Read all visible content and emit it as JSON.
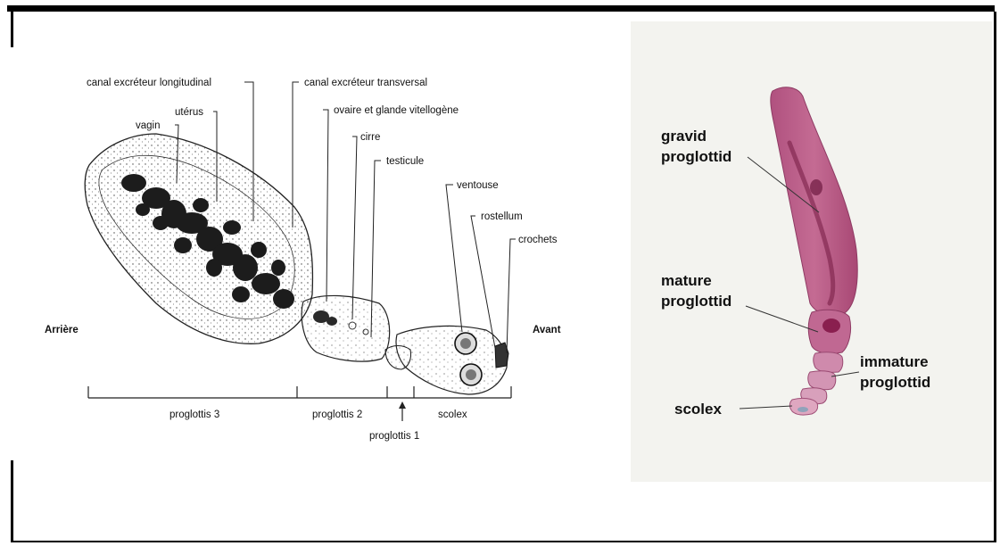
{
  "diagram": {
    "labels": {
      "canal_long": "canal excréteur longitudinal",
      "canal_trans": "canal excréteur transversal",
      "uterus": "utérus",
      "ovaire": "ovaire et glande vitellogène",
      "vagin": "vagin",
      "cirre": "cirre",
      "testicule": "testicule",
      "ventouse": "ventouse",
      "rostellum": "rostellum",
      "crochets": "crochets",
      "arriere": "Arrière",
      "avant": "Avant",
      "proglottis3": "proglottis 3",
      "proglottis2": "proglottis 2",
      "proglottis1": "proglottis 1",
      "scolex": "scolex"
    }
  },
  "photo": {
    "labels": {
      "gravid_1": "gravid",
      "gravid_2": "proglottid",
      "mature_1": "mature",
      "mature_2": "proglottid",
      "immature_1": "immature",
      "immature_2": "proglottid",
      "scolex": "scolex"
    },
    "colors": {
      "worm": "#b85a86",
      "worm_dark": "#8a2a55",
      "background": "#f3f3ef"
    }
  }
}
